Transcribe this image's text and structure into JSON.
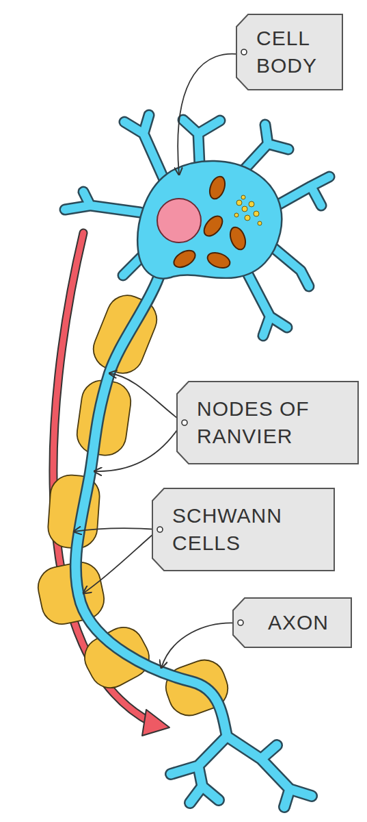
{
  "diagram": {
    "nodes": [
      {
        "text": [
          "CELL BODY"
        ]
      },
      {
        "text": [
          "NODES OF RANVIER"
        ]
      },
      {
        "text": [
          "SCHWANN CELLS"
        ]
      },
      {
        "text": [
          "AXON"
        ]
      }
    ]
  }
}
